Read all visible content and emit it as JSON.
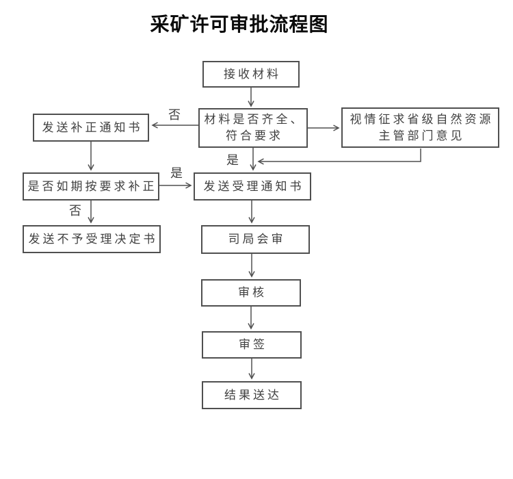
{
  "title": "采矿许可审批流程图",
  "colors": {
    "background": "#ffffff",
    "line": "#4f4f4f",
    "box_border": "#4f4f4f",
    "box_text": "#404040",
    "title_text": "#0a0a0a"
  },
  "flowchart": {
    "nodes": {
      "receive": {
        "label": "接收材料"
      },
      "check": {
        "label_line1": "材料是否齐全、",
        "label_line2": "符合要求"
      },
      "supplement_notice": {
        "label": "发送补正通知书"
      },
      "consult": {
        "label_line1": "视情征求省级自然资源",
        "label_line2": "主管部门意见"
      },
      "supplement_check": {
        "label": "是否如期按要求补正"
      },
      "acceptance_notice": {
        "label": "发送受理通知书"
      },
      "rejection_decision": {
        "label": "发送不予受理决定书"
      },
      "bureau_review": {
        "label": "司局会审"
      },
      "examine": {
        "label": "审核"
      },
      "sign": {
        "label": "审签"
      },
      "result_delivery": {
        "label": "结果送达"
      }
    },
    "edge_labels": {
      "check_no": "否",
      "check_yes": "是",
      "supplement_yes": "是",
      "supplement_no": "否"
    }
  }
}
